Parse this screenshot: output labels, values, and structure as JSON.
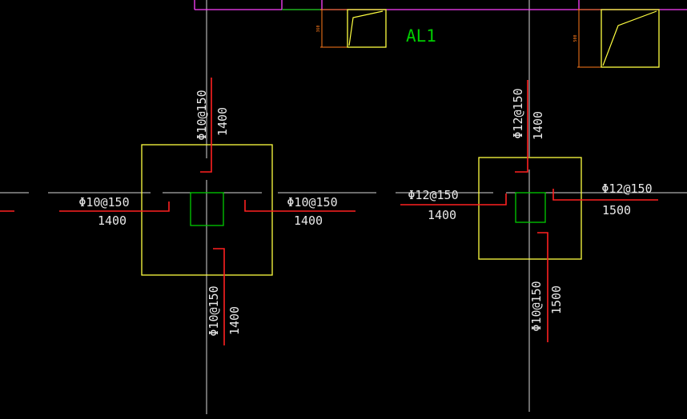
{
  "colors": {
    "background": "#000000",
    "axis": "#d8d8d8",
    "column_outline": "#ffff40",
    "column_core": "#00cc00",
    "rebar": "#ff2020",
    "label_text": "#e8e8e8",
    "beam_line": "#ff40ff",
    "tag_text": "#00cc00",
    "dimension": "#ff7a1a"
  },
  "section_tag": "AL1",
  "small_dimension_labels": [
    "360",
    "500"
  ],
  "columns": [
    {
      "id": "left-column",
      "rebars": [
        {
          "direction": "top",
          "spec": "Φ10@150",
          "length": "1400"
        },
        {
          "direction": "left",
          "spec": "Φ10@150",
          "length": "1400"
        },
        {
          "direction": "right",
          "spec": "Φ10@150",
          "length": "1400"
        },
        {
          "direction": "bottom",
          "spec": "Φ10@150",
          "length": "1400"
        }
      ]
    },
    {
      "id": "right-column",
      "rebars": [
        {
          "direction": "top",
          "spec": "Φ12@150",
          "length": "1400"
        },
        {
          "direction": "left",
          "spec": "Φ12@150",
          "length": "1400"
        },
        {
          "direction": "right",
          "spec": "Φ12@150",
          "length": "1500"
        },
        {
          "direction": "bottom",
          "spec": "Φ10@150",
          "length": "1500"
        }
      ]
    }
  ]
}
